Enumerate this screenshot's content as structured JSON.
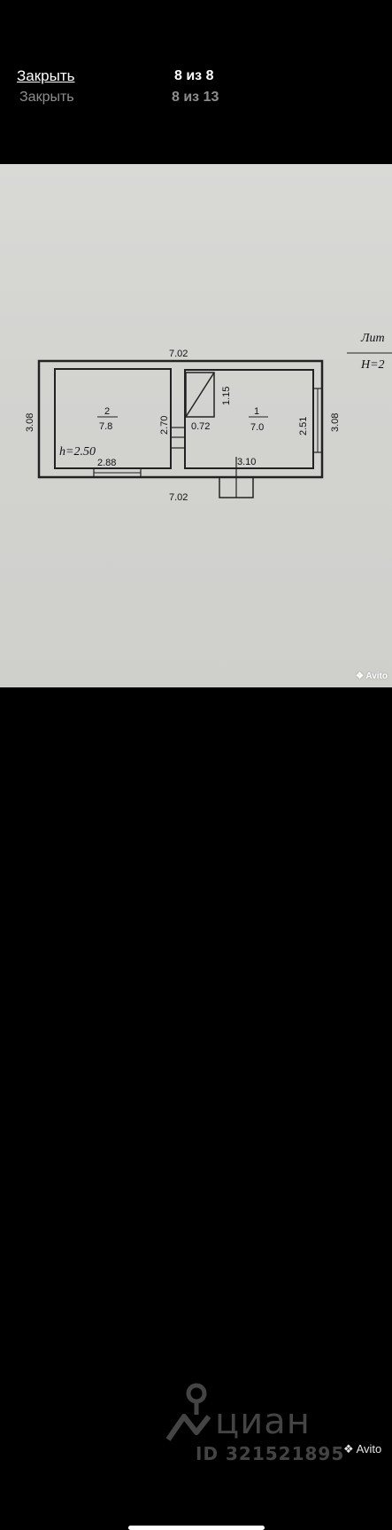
{
  "header": {
    "close_label": "Закрыть",
    "close_ghost_label": "Закрыть",
    "counter": "8 из 8",
    "counter_ghost": "8 из 13"
  },
  "plan": {
    "top_width": "7.02",
    "bottom_width": "7.02",
    "left_height": "3.08",
    "right_height": "3.08",
    "room2": {
      "number": "2",
      "area": "7.8",
      "ceiling": "h=2.50"
    },
    "room1": {
      "number": "1",
      "area": "7.0"
    },
    "dim_2_70": "2.70",
    "dim_0_72": "0.72",
    "dim_1_15": "1.15",
    "dim_2_51": "2.51",
    "dim_2_88": "2.88",
    "dim_3_10": "3.10",
    "legend_lit": "Лит",
    "legend_h": "H=2"
  },
  "watermarks": {
    "avito_photo": "Avito",
    "cian_brand": "циан",
    "cian_id": "ID 321521895",
    "avito_footer": "Avito"
  }
}
